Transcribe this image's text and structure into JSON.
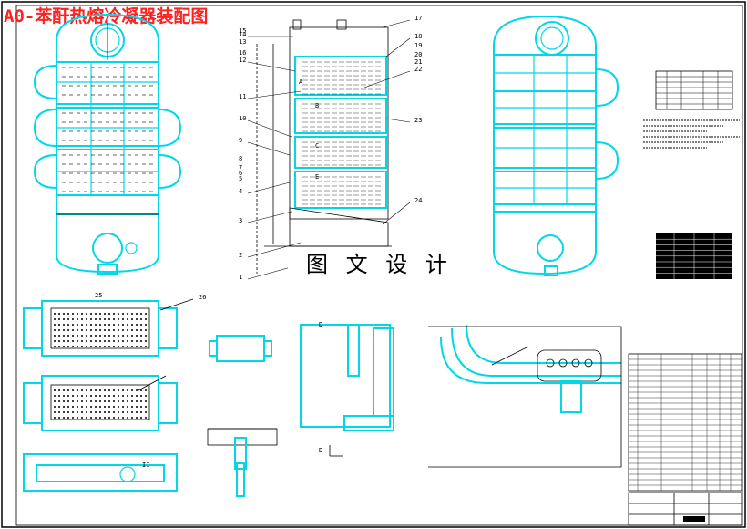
{
  "drawing": {
    "title": "A0-苯酐热熔冷凝器装配图",
    "watermark": "图 文 设 计",
    "colors": {
      "outline": "#00d8e8",
      "title": "#ff2020",
      "ink": "#000000"
    }
  },
  "callouts": [
    "1",
    "2",
    "3",
    "4",
    "5",
    "6",
    "7",
    "8",
    "9",
    "10",
    "11",
    "12",
    "13",
    "14",
    "15",
    "16",
    "17",
    "18",
    "19",
    "20",
    "21",
    "22",
    "23",
    "24",
    "25",
    "26"
  ],
  "section_marks": {
    "a": "A",
    "b": "B",
    "c": "C",
    "d": "D",
    "e": "E",
    "roman2": "II",
    "section_d": "D"
  }
}
